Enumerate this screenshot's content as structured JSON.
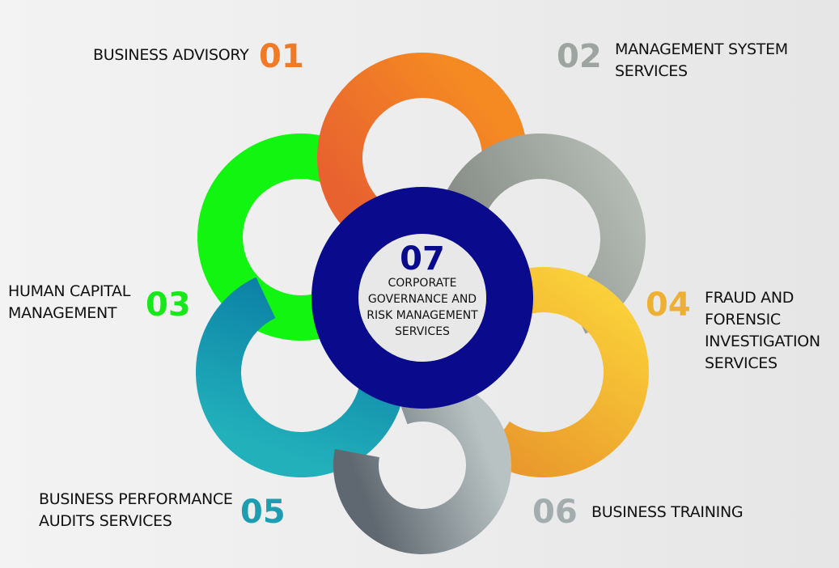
{
  "items": [
    {
      "number": "01",
      "label": "BUSINESS ADVISORY",
      "color": "#f07a26"
    },
    {
      "number": "02",
      "label": "MANAGEMENT SYSTEM SERVICES",
      "color": "#9ea4a0"
    },
    {
      "number": "03",
      "label": "HUMAN CAPITAL MANAGEMENT",
      "color": "#17e81a"
    },
    {
      "number": "04",
      "label": "FRAUD  AND FORENSIC INVESTIGATION SERVICES",
      "color": "#eeb032"
    },
    {
      "number": "05",
      "label": "BUSINESS PERFORMANCE AUDITS SERVICES",
      "color": "#1f9db0"
    },
    {
      "number": "06",
      "label": "BUSINESS TRAINING",
      "color": "#a3adad"
    }
  ],
  "center": {
    "number": "07",
    "label": "CORPORATE GOVERNANCE AND RISK MANAGEMENT SERVICES",
    "color": "#0a0a8c"
  }
}
